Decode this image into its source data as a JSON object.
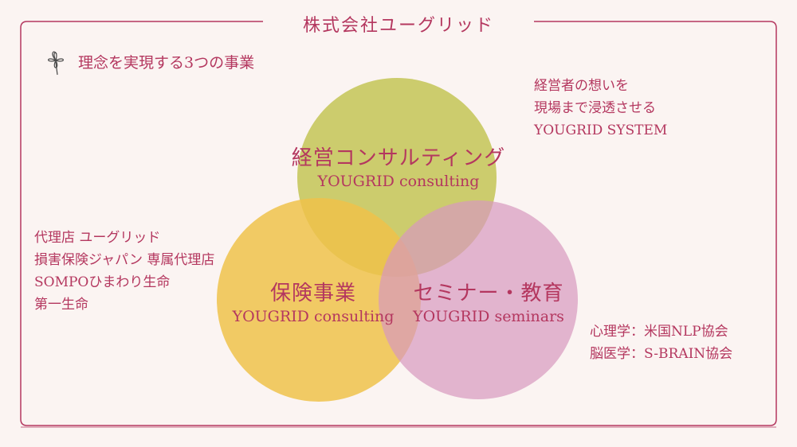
{
  "header": {
    "title": "株式会社ユーグリッド",
    "subtitle": "理念を実現する3つの事業",
    "flower_icon": "clover-flower-icon"
  },
  "colors": {
    "frame": "#b4375f",
    "text": "#b4375f",
    "background": "#fbf4f2",
    "consulting_circle": "#c3c94c",
    "insurance_circle": "#f3cb4f",
    "seminar_circle": "#dc9fc9"
  },
  "circles": {
    "consulting": {
      "title": "経営コンサルティング",
      "subtitle": "YOUGRID consulting"
    },
    "insurance": {
      "title": "保険事業",
      "subtitle": "YOUGRID consulting"
    },
    "seminar": {
      "title": "セミナー・教育",
      "subtitle": "YOUGRID seminars"
    }
  },
  "notes": {
    "top_right": [
      "経営者の想いを",
      "現場まで浸透させる",
      "YOUGRID SYSTEM"
    ],
    "left": [
      "代理店 ユーグリッド",
      "損害保険ジャパン 専属代理店",
      "SOMPOひまわり生命",
      "第一生命"
    ],
    "bottom_right": [
      "心理学：米国NLP協会",
      "脳医学：S-BRAIN協会"
    ]
  }
}
